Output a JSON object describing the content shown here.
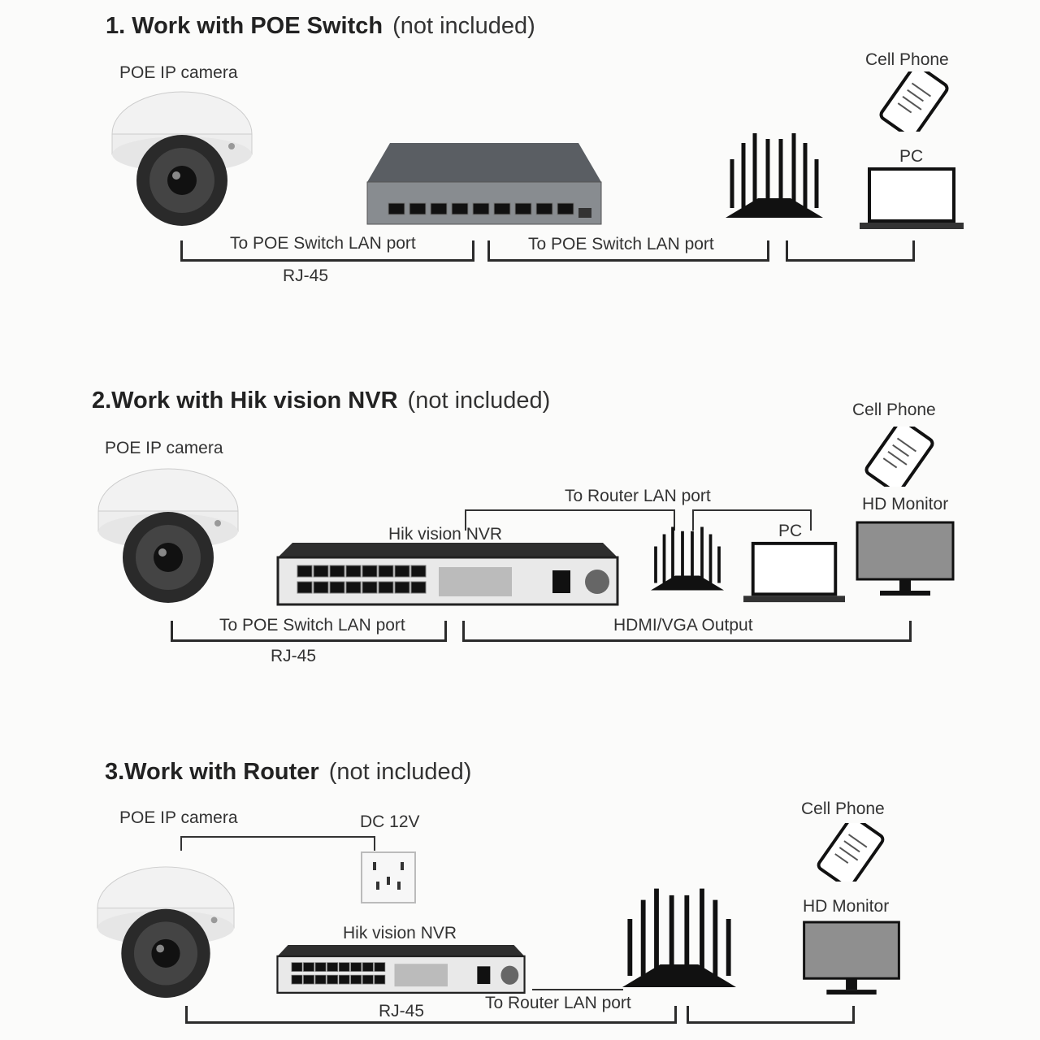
{
  "sections": [
    {
      "title": "1. Work with POE Switch",
      "note": "(not included)",
      "camera_label": "POE IP camera",
      "phone_label": "Cell Phone",
      "pc_label": "PC",
      "link1": "To POE Switch LAN port",
      "link1_sub": "RJ-45",
      "link2": "To POE Switch LAN port"
    },
    {
      "title": "2.Work with Hik vision NVR",
      "note": "(not included)",
      "camera_label": "POE IP camera",
      "phone_label": "Cell Phone",
      "monitor_label": "HD Monitor",
      "pc_label": "PC",
      "nvr_label": "Hik vision NVR",
      "router_link": "To Router LAN port",
      "link1": "To POE Switch LAN port",
      "link1_sub": "RJ-45",
      "link2": "HDMI/VGA Output"
    },
    {
      "title": "3.Work with Router",
      "note": "(not included)",
      "camera_label": "POE IP camera",
      "power_label": "DC 12V",
      "nvr_label": "Hik vision NVR",
      "phone_label": "Cell Phone",
      "monitor_label": "HD Monitor",
      "link1_sub": "RJ-45",
      "link2": "To Router LAN port"
    }
  ]
}
